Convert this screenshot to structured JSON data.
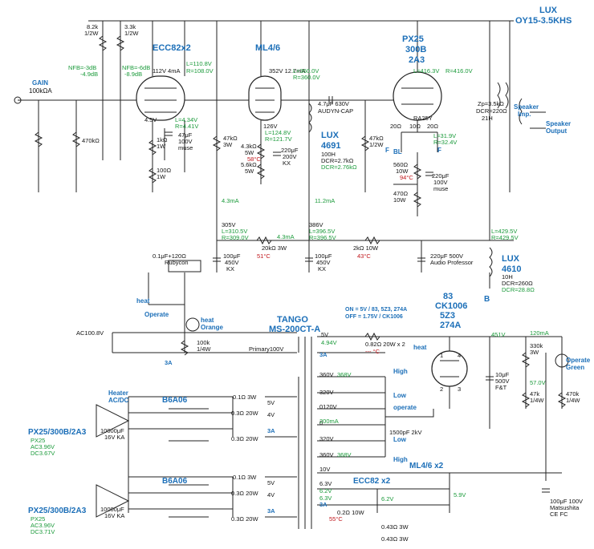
{
  "transformers": {
    "output": {
      "title": "LUX",
      "model": "OY15-3.5KHS",
      "zp": "Zp=3.5kΩ",
      "dcr": "DCR=220Ω",
      "ind": "21H",
      "imp_label": "Speaker",
      "imp_label2": "Imp.",
      "out_label": "Speaker",
      "out_label2": "Output"
    },
    "choke_4691": {
      "title": "LUX",
      "model": "4691",
      "ind": "100H",
      "dcr": "DCR=2.7kΩ",
      "dcr_meas": "DCR=2.76kΩ"
    },
    "choke_4610": {
      "title": "LUX",
      "model": "4610",
      "ind": "10H",
      "dcr": "DCR=260Ω",
      "dcr_meas": "DCR=28.8Ω"
    },
    "power": {
      "title": "TANGO",
      "model": "MS-200CT-A",
      "primary": "Primary100V"
    }
  },
  "tubes": {
    "input": {
      "name": "ECC82x2",
      "plate": "112V 4mA",
      "cathode": "4.5V"
    },
    "driver": {
      "name": "ML4/6",
      "plate": "352V 12.7mA",
      "cathode": "126V"
    },
    "output": {
      "name": "PX25",
      "alt1": "300B",
      "alt2": "2A3"
    },
    "rectifier": {
      "name1": "83",
      "name2": "CK1006",
      "name3": "5Z3",
      "name4": "274A"
    }
  },
  "gain": {
    "label": "GAIN",
    "value": "100kΩA"
  },
  "labels": {
    "r_8k2": "8.2k",
    "r_8k2w": "1/2W",
    "r_3k3": "3.3k",
    "r_3k3w": "1/2W",
    "nfb1": "NFB=-3dB",
    "nfb1b": "-4.9dB",
    "nfb2": "NFB=-6dB",
    "nfb2b": "-8.9dB",
    "l1": "L=110.8V",
    "r1": "R=108.0V",
    "l2": "L=360.0V",
    "r2": "R=360.0V",
    "l3": "L=416.3V",
    "r3": "R=416.0V",
    "r_470k": "470kΩ",
    "r_1k": "1kΩ",
    "r_1kw": "1W",
    "r_100": "100Ω",
    "r_100w": "1W",
    "c_47": "47μF",
    "c_47v": "100V",
    "c_47m": "muse",
    "l4": "L=4.34V",
    "r4": "R=4.41V",
    "r_47k": "47kΩ",
    "r_47kw": "3W",
    "cur1": "4.3mA",
    "r_4k3": "4.3kΩ",
    "r_4k3w": "5W",
    "r_5k6": "5.6kΩ",
    "r_5k6w": "5W",
    "t58": "58°C",
    "c_220": "220μF",
    "c_220v": "200V",
    "c_220m": "KX",
    "l5": "L=124.8V",
    "r5": "R=121.7V",
    "c_coup": "4.7μF 630V",
    "c_coup2": "AUDYN-CAP",
    "cur2": "11.2mA",
    "r_47k2": "47kΩ",
    "r_47k2w": "1/2W",
    "ra25y": "RA25Y",
    "ra25y_a": "20Ω",
    "ra25y_b": "10Ω",
    "ra25y_c": "20Ω",
    "f1": "F",
    "bl": "BL",
    "f2": "F",
    "l6": "L=31.9V",
    "r6": "R=32.4V",
    "r_560": "560Ω",
    "r_560w": "10W",
    "t94": "94°C",
    "c_220b": "220μF",
    "c_220bv": "100V",
    "c_220bm": "muse",
    "r_470": "470Ω",
    "r_470w": "10W",
    "v305": "305V",
    "l7": "L=310.5V",
    "r7": "R=309.0V",
    "r_20k": "20kΩ 3W",
    "t51": "51°C",
    "cur3": "4.3mA",
    "v386": "386V",
    "l8": "L=396.5V",
    "r8": "R=396.5V",
    "r_2k": "2kΩ 10W",
    "t43": "43°C",
    "c_220ap": "220μF 500V",
    "c_220ap2": "Audio Professor",
    "l9": "L=429.5V",
    "r9": "R=429.5V",
    "c_100a": "100μF",
    "c_100av": "450V",
    "c_100am": "KX",
    "c_100b": "100μF",
    "c_100bv": "450V",
    "c_100bm": "KX",
    "ind_b": "B",
    "snub": "0.1μF+120Ω",
    "snub2": "Rubycon",
    "heat": "heat",
    "operate": "Operate",
    "heat_lamp": "heat",
    "heat_lamp2": "Orange",
    "r_100k": "100k",
    "r_100kw": "1/4W",
    "ac_in": "AC100.8V",
    "fuse1": "3A",
    "on_off1": "ON = 5V / 83, 5Z3, 274A",
    "on_off2": "OFF = 1.75V / CK1006",
    "s5v": "5V",
    "s4_94": "4.94V",
    "r_082": "0.82Ω 20W x 2",
    "t_c": "--- °C",
    "heat2": "heat",
    "fuse2": "3A",
    "v451": "451V",
    "cur_120": "120mA",
    "r_330k": "330k",
    "r_330kw": "3W",
    "r_47k3": "47k",
    "r_47k3w": "1/4W",
    "r_470k2": "470k",
    "r_470k2w": "1/4W",
    "operate_lamp": "Operate",
    "operate_lamp2": "Green",
    "v57": "57.0V",
    "c_10": "10μF",
    "c_10v": "500V",
    "c_10m": "F&T",
    "p1": "1",
    "p2": "2",
    "p3": "3",
    "p4": "4",
    "s360": "360V",
    "s368": "368V",
    "s320": "320V",
    "s0": "0",
    "s120": "0120V",
    "s200": "200mA",
    "s320b": "320V",
    "s360b": "360V",
    "s368b": "368V",
    "high": "High",
    "low": "Low",
    "operate2": "operate",
    "low2": "Low",
    "high2": "High",
    "c_1500": "1500pF 2kV",
    "heater_acdc": "Heater",
    "heater_acdc2": "AC/DC",
    "b6a06a": "B6A06",
    "r_01a": "0.1Ω 3W",
    "r_03a": "0.3Ω 20W",
    "r_03b": "0.3Ω 20W",
    "s5va": "5V",
    "s4va": "4V",
    "s3aa": "3A",
    "c_10000a": "10000μF",
    "c_10000av": "16V KA",
    "px_title_a": "PX25/300B/2A3",
    "px_a1": "PX25",
    "px_a2": "AC3.96V",
    "px_a3": "DC3.67V",
    "b6a06b": "B6A06",
    "r_01b": "0.1Ω 3W",
    "r_03c": "0.3Ω 20W",
    "r_03d": "0.3Ω 20W",
    "s5vb": "5V",
    "s4vb": "4V",
    "s3ab": "3A",
    "c_10000b": "10000μF",
    "c_10000bv": "16V KA",
    "px_title_b": "PX25/300B/2A3",
    "px_b1": "PX25",
    "px_b2": "AC3.96V",
    "px_b3": "DC3.71V",
    "s10v": "10V",
    "s63a": "6.3V",
    "s62a": "6.2V",
    "s62b": "6.2V",
    "s59": "5.9V",
    "ecc82x2": "ECC82 x2",
    "ml46x2": "ML4/6 x2",
    "s3ac": "3A",
    "r_02": "0.2Ω 10W",
    "t55": "55°C",
    "r_043a": "0.43Ω 3W",
    "r_043b": "0.43Ω 3W",
    "c_100c": "100μF 100V",
    "c_100c2": "Matsushita",
    "c_100c3": "CE FC",
    "s63b": "6.3V"
  }
}
